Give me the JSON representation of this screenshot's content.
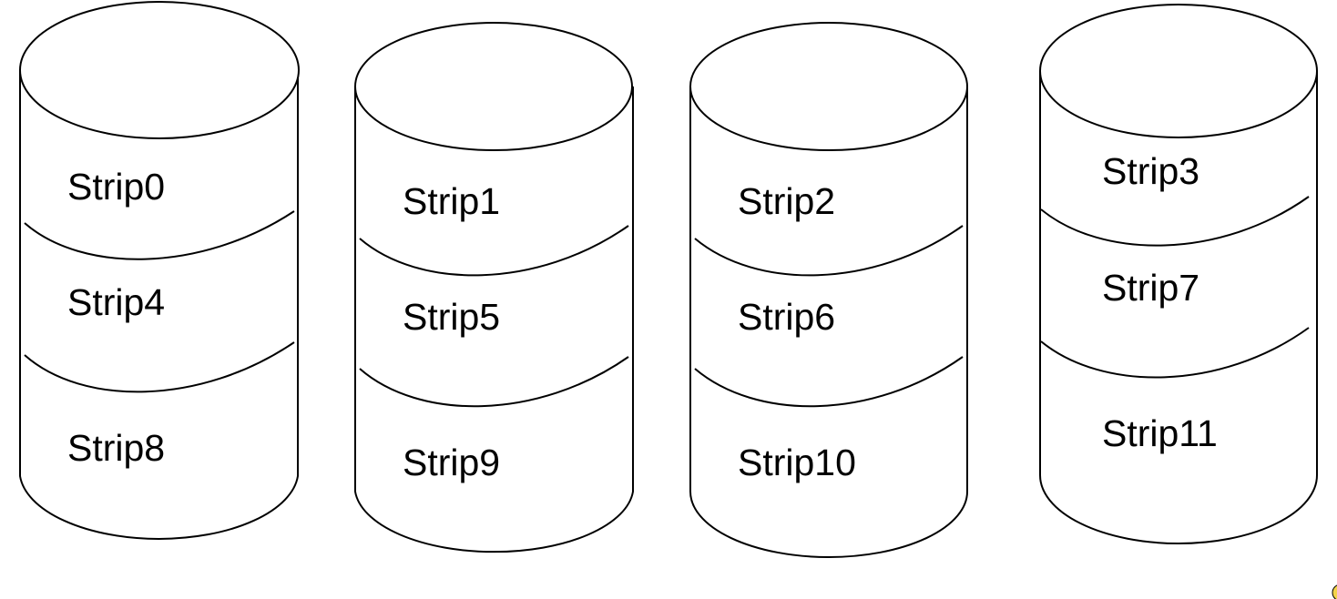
{
  "diagram": {
    "disks": [
      {
        "strips": [
          "Strip0",
          "Strip4",
          "Strip8"
        ]
      },
      {
        "strips": [
          "Strip1",
          "Strip5",
          "Strip9"
        ]
      },
      {
        "strips": [
          "Strip2",
          "Strip6",
          "Strip10"
        ]
      },
      {
        "strips": [
          "Strip3",
          "Strip7",
          "Strip11"
        ]
      }
    ]
  }
}
